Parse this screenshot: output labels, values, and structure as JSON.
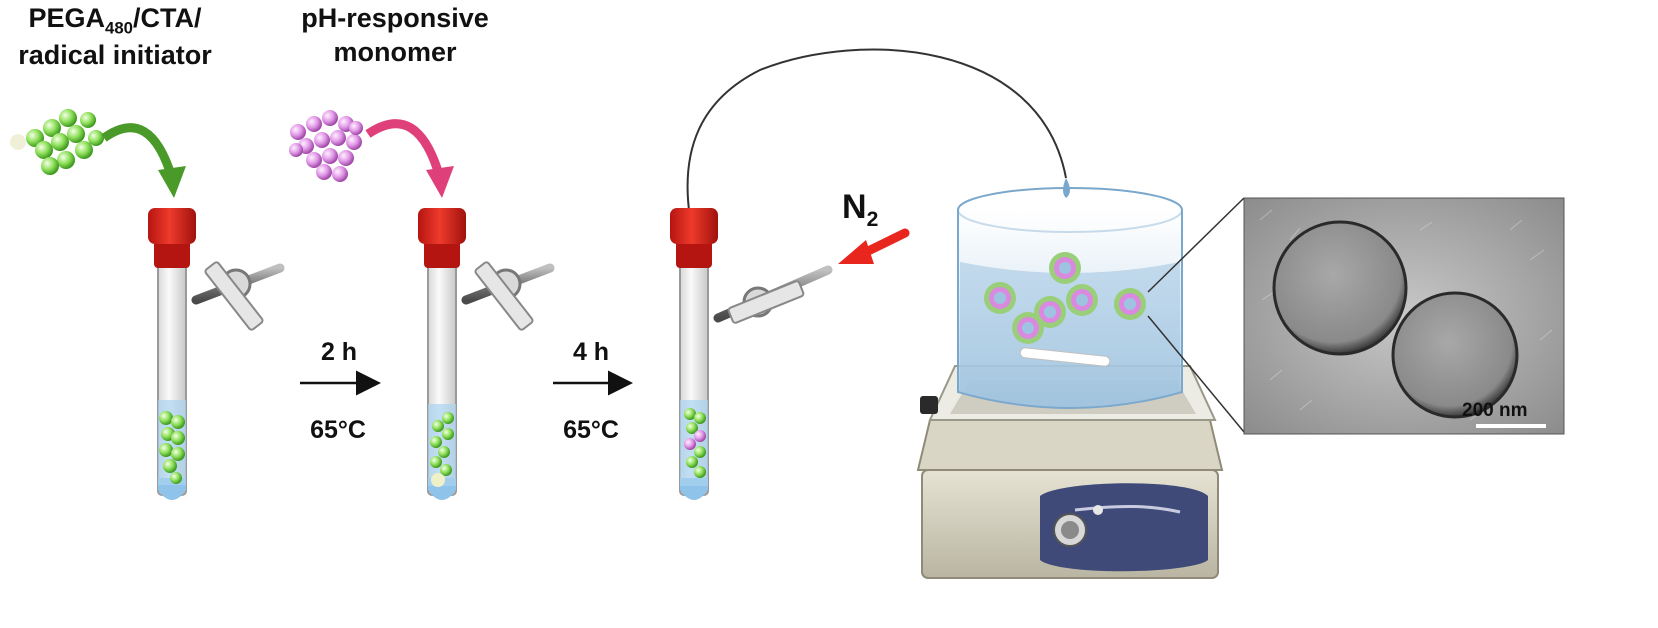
{
  "reagent1": {
    "line1_main": "PEGA",
    "line1_sub": "480",
    "line1_tail": "/CTA/",
    "line2": "radical initiator"
  },
  "reagent2": {
    "line1": "pH-responsive",
    "line2": "monomer"
  },
  "step1": {
    "time": "2 h",
    "temperature": "65°C"
  },
  "step2": {
    "time": "4 h",
    "temperature": "65°C"
  },
  "gas": {
    "symbol": "N",
    "subscript": "2"
  },
  "micrograph": {
    "scale_bar": "200 nm"
  },
  "colors": {
    "green_monomer": "#7ddc4a",
    "pink_monomer": "#d98ae0",
    "cap_red": "#e0261e",
    "green_arrow": "#4a9a2a",
    "pink_arrow": "#e0407a",
    "n2_arrow": "#e8261e"
  }
}
